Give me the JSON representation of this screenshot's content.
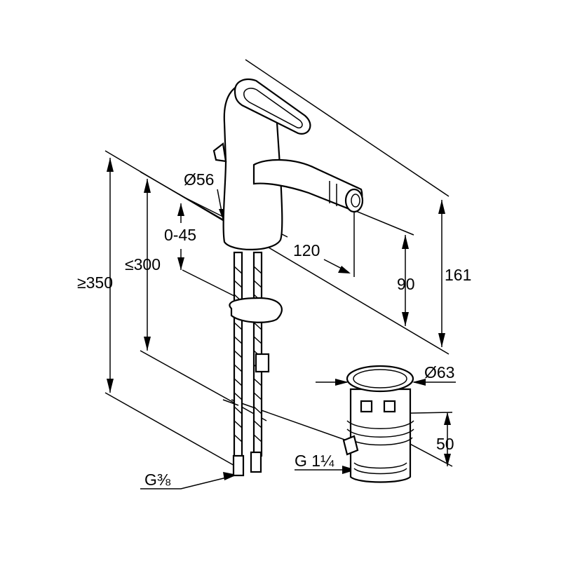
{
  "title": "Bidet mixer technical drawing",
  "dimensions": {
    "body_diameter": "Ø56",
    "clamping_range": "0-45",
    "max_deck_thickness": "≤300",
    "min_hose_length": "≥350",
    "spout_projection": "120",
    "spout_height": "90",
    "total_height": "161",
    "drain_diameter": "Ø63",
    "drain_height": "50",
    "drain_thread": "G 1¼",
    "supply_thread": "G⅜"
  }
}
